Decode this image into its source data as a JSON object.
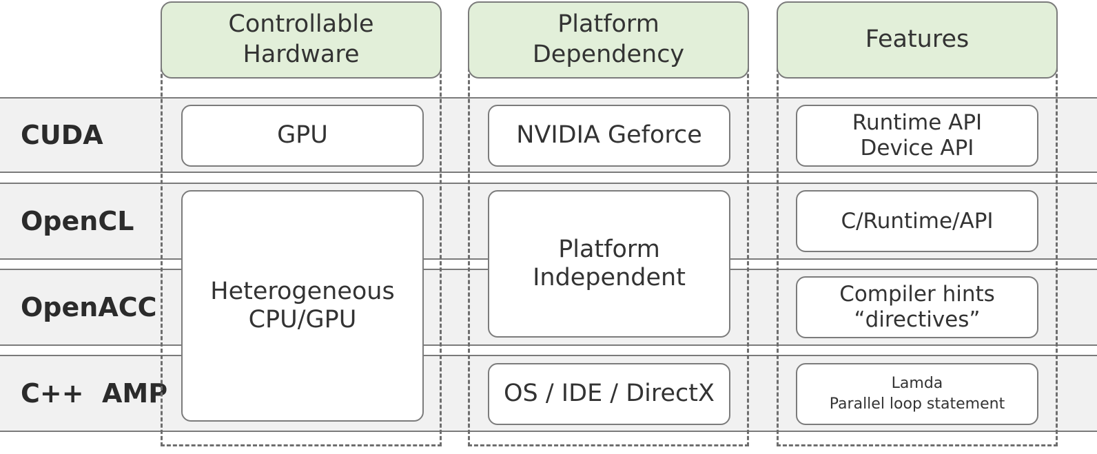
{
  "columns": [
    {
      "label": "Controllable\nHardware"
    },
    {
      "label": "Platform\nDependency"
    },
    {
      "label": "Features"
    }
  ],
  "rows": [
    {
      "label": "CUDA"
    },
    {
      "label": "OpenCL"
    },
    {
      "label": "OpenACC"
    },
    {
      "label": "C++  AMP"
    }
  ],
  "cells": {
    "cuda_hardware": "GPU",
    "cuda_platform": "NVIDIA Geforce",
    "cuda_features": "Runtime API\nDevice API",
    "hetero_hardware": "Heterogeneous\nCPU/GPU",
    "platform_independent": "Platform\nIndependent",
    "opencl_features": "C/Runtime/API",
    "openacc_features": "Compiler hints\n“directives”",
    "cppamp_platform": "OS / IDE / DirectX",
    "cppamp_features": "Lamda\nParallel loop statement"
  }
}
